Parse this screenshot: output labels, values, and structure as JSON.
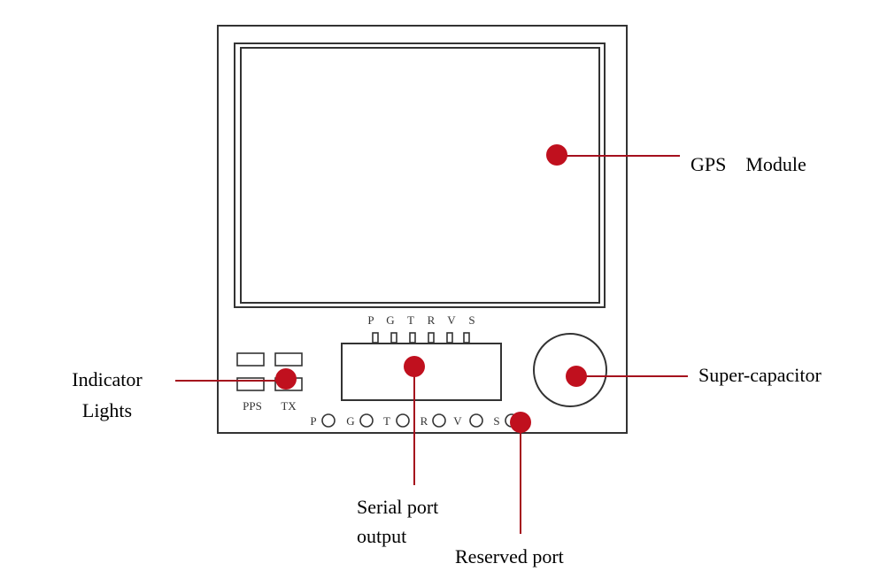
{
  "colors": {
    "marker": "#c0101e",
    "leader": "#a5101d",
    "outline": "#333333"
  },
  "labels": {
    "gps_module": "GPS    Module",
    "indicator_lights_line1": "Indicator",
    "indicator_lights_line2": "Lights",
    "super_capacitor": "Super-capacitor",
    "serial_port_line1": "Serial port",
    "serial_port_line2": "output",
    "reserved_port": "Reserved port"
  },
  "header_pins": [
    "P",
    "G",
    "T",
    "R",
    "V",
    "S"
  ],
  "bottom_pads": [
    "P",
    "G",
    "T",
    "R",
    "V",
    "S"
  ],
  "leds": {
    "pps": "PPS",
    "tx": "TX"
  }
}
